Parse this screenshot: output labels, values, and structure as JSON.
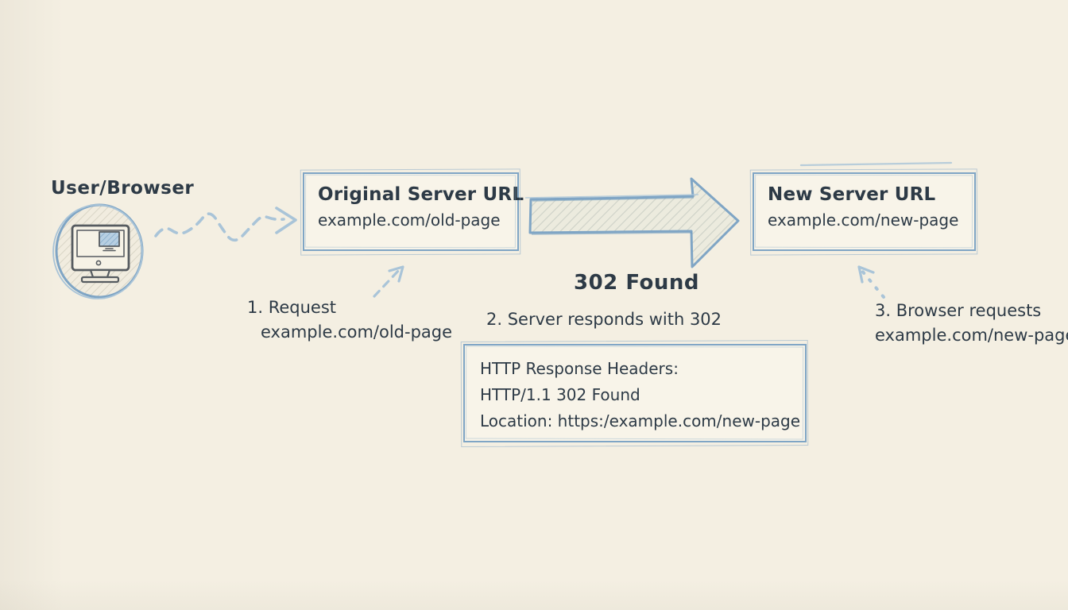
{
  "palette": {
    "paper": "#f4efe2",
    "ink": "#2d3a46",
    "sketch_blue": "#7fa5c5",
    "sketch_blue_soft": "#a9c4d8",
    "pencil_gray": "#d8d4c5",
    "monitor_stroke": "#565b60"
  },
  "user": {
    "label": "User/Browser",
    "icon": "computer-monitor-icon"
  },
  "original_server": {
    "title": "Original Server URL",
    "url": "example.com/old-page"
  },
  "new_server": {
    "title": "New Server URL",
    "url": "example.com/new-page"
  },
  "redirect": {
    "status": "302 Found"
  },
  "steps": [
    {
      "label": "1. Request",
      "detail": "example.com/old-page"
    },
    {
      "label": "2. Server responds with 302",
      "detail": ""
    },
    {
      "label": "3. Browser requests",
      "detail": "example.com/new-page"
    }
  ],
  "response_headers": {
    "lines": [
      "HTTP Response Headers:",
      "HTTP/1.1 302 Found",
      "Location: https:/example.com/new-page"
    ]
  }
}
